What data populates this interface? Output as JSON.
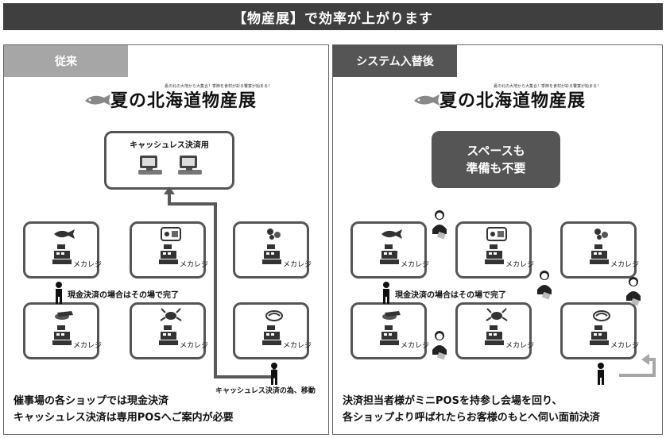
{
  "header": {
    "title": "【物産展】で効率が上がります"
  },
  "left": {
    "tab": "従来",
    "banner_title": "夏の北海道物産展",
    "banner_sub": "夏の北の大地から大集合！季節を食材が彩る饗宴が始まる！",
    "pos_label": "キャッシュレス決済用",
    "register_label": "メカレジ",
    "note_cash": "現金決済の場合はその場で完了",
    "note_move": "キャッシュレス決済の為、移動",
    "caption_line1": "催事場の各ショップでは現金決済",
    "caption_line2": "キャッシュレス決済は専用POSへご案内が必要"
  },
  "right": {
    "tab": "システム入替後",
    "banner_title": "夏の北海道物産展",
    "banner_sub": "夏の北の大地から大集合！季節を食材が彩る饗宴が始まる！",
    "state_line1": "スペースも",
    "state_line2": "準備も不要",
    "register_label": "メカレジ",
    "note_cash": "現金決済の場合はその場で完了",
    "caption_line1": "決済担当者様がミニPOSを持参し会場を回り、",
    "caption_line2": "各ショップより呼ばれたらお客様のもとへ伺い面前決済"
  },
  "shops": [
    {
      "item": "fish-icon"
    },
    {
      "item": "bento-icon"
    },
    {
      "item": "meat-icon"
    },
    {
      "item": "sushi-icon"
    },
    {
      "item": "crab-icon"
    },
    {
      "item": "sweets-icon"
    }
  ],
  "colors": {
    "header_bg": "#3f3f3f",
    "tab_light": "#a6a6a6",
    "tab_dark": "#555555",
    "box_border": "#555555",
    "arrow_gray": "#a6a6a6",
    "arrow_dark": "#595959"
  }
}
